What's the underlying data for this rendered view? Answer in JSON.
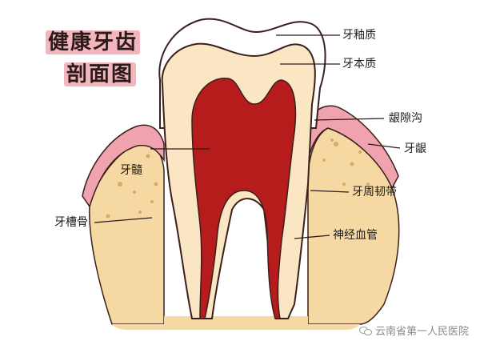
{
  "title": {
    "line1": "健康牙齿",
    "line2": "剖面图"
  },
  "labels": {
    "enamel": "牙釉质",
    "dentin": "牙本质",
    "gingival_sulcus": "龈隙沟",
    "gingiva": "牙龈",
    "pulp": "牙髓",
    "periodontal_ligament": "牙周韧带",
    "alveolar_bone": "牙槽骨",
    "nerves_vessels": "神经血管"
  },
  "watermark": "云南省第一人民医院",
  "colors": {
    "enamel": "#ffffff",
    "dentin": "#fbe6c4",
    "pulp": "#b71c1c",
    "gum": "#f0a3ae",
    "gum_light": "#f7c7cd",
    "bone": "#f6d8a2",
    "bone_dots": "#d9ab63",
    "outline": "#3a1f1c"
  }
}
